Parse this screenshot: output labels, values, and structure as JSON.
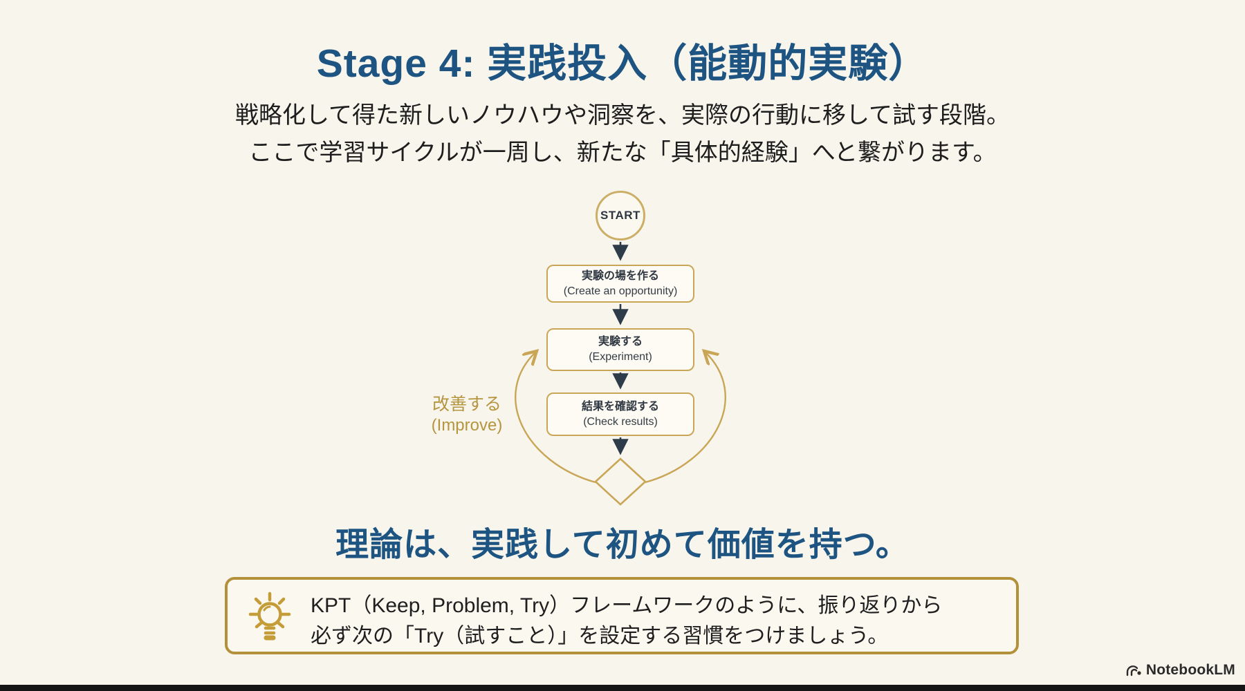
{
  "slide": {
    "title": "Stage 4: 実践投入（能動的実験）",
    "subtitle_line1": "戦略化して得た新しいノウハウや洞察を、実際の行動に移して試す段階。",
    "subtitle_line2": "ここで学習サイクルが一周し、新たな「具体的経験」へと繋がります。",
    "tagline": "理論は、実践して初めて価値を持つ。"
  },
  "flowchart": {
    "start_label": "START",
    "nodes": [
      {
        "ja": "実験の場を作る",
        "en": "(Create an opportunity)"
      },
      {
        "ja": "実験する",
        "en": "(Experiment)"
      },
      {
        "ja": "結果を確認する",
        "en": "(Check results)"
      }
    ],
    "loop_label_ja": "改善する",
    "loop_label_en": "(Improve)"
  },
  "callout": {
    "icon": "lightbulb-icon",
    "line1": "KPT（Keep, Problem, Try）フレームワークのように、振り返りから",
    "line2": "必ず次の「Try（試すこと）」を設定する習慣をつけましょう。"
  },
  "footer": {
    "brand": "NotebookLM"
  },
  "colors": {
    "background": "#f8f5ec",
    "title_blue": "#1d5481",
    "body_text": "#1d1d1d",
    "gold_stroke": "#c9a656",
    "gold_text": "#b5953f",
    "navy_arrow": "#2e3b49",
    "callout_border": "#b3913b",
    "bottom_bar": "#151515"
  }
}
